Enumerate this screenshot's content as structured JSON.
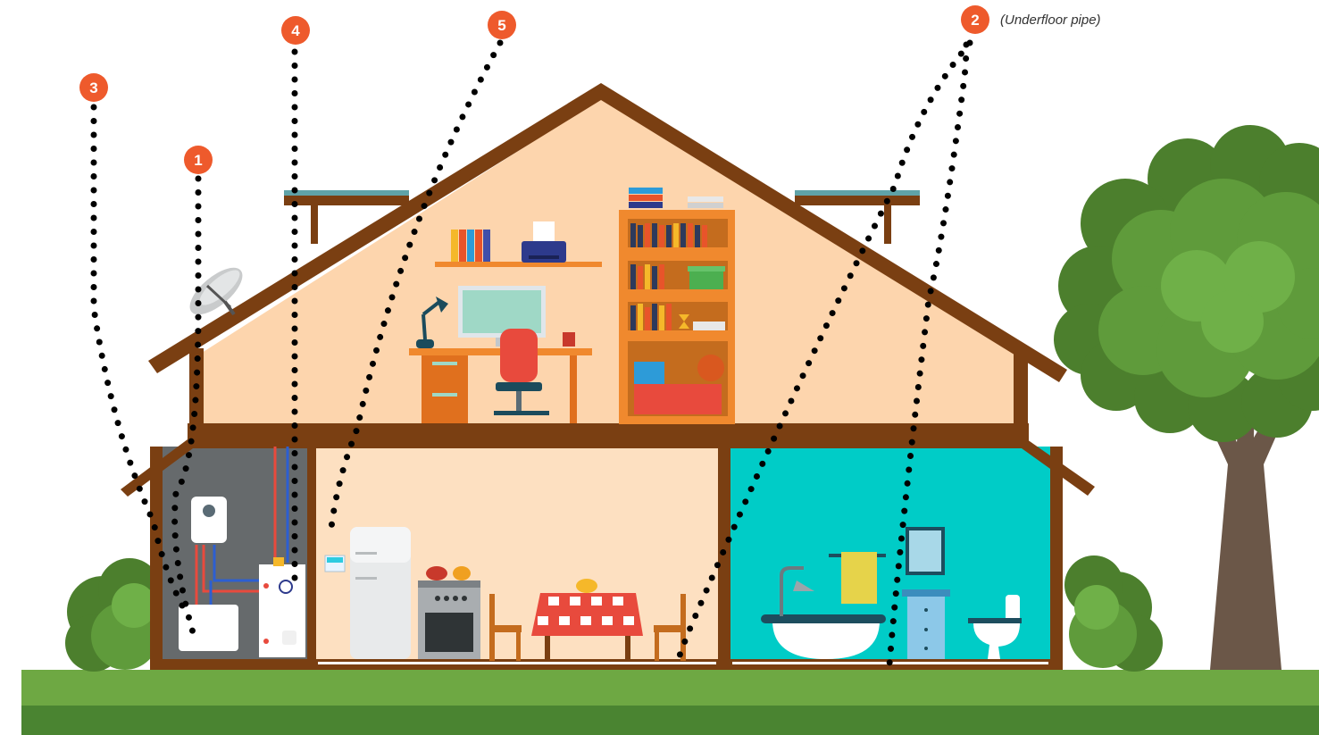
{
  "markers": [
    {
      "id": "m1",
      "number": "1"
    },
    {
      "id": "m2",
      "number": "2",
      "note": "(Underfloor pipe)"
    },
    {
      "id": "m3",
      "number": "3"
    },
    {
      "id": "m4",
      "number": "4"
    },
    {
      "id": "m5",
      "number": "5"
    }
  ],
  "colors": {
    "marker": "#ee5a2c",
    "wood": "#7a3f12",
    "attic_wall": "#fdd5ad",
    "kitchen_wall": "#fde0c1",
    "bathroom_wall": "#00ccc7",
    "utility_wall": "#666a6c",
    "grass_light": "#6ea843",
    "grass_dark": "#4a8431",
    "tree_leaves": "#5f9b3b",
    "tree_trunk": "#6b5748"
  }
}
